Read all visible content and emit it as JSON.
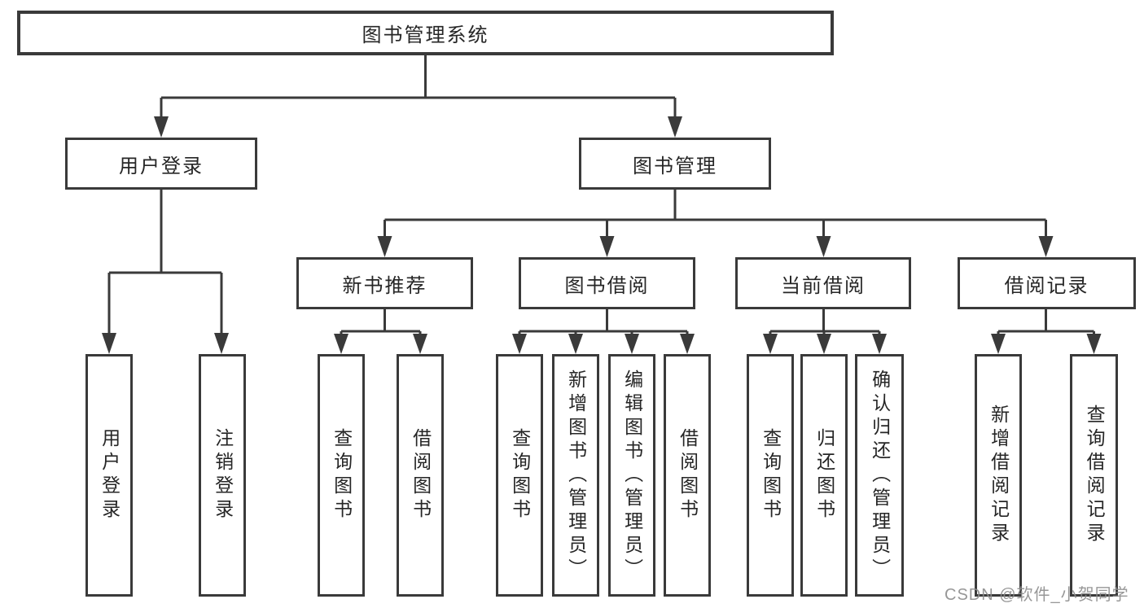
{
  "diagram": {
    "root": {
      "label": "图书管理系统"
    },
    "level1": [
      {
        "label": "用户登录"
      },
      {
        "label": "图书管理"
      }
    ],
    "level2": [
      {
        "label": "新书推荐"
      },
      {
        "label": "图书借阅"
      },
      {
        "label": "当前借阅"
      },
      {
        "label": "借阅记录"
      }
    ],
    "leaves": {
      "user_login": [
        "用户登录",
        "注销登录"
      ],
      "new_book": [
        "查询图书",
        "借阅图书"
      ],
      "book_borrow": [
        "查询图书",
        "新增图书（管理员）",
        "编辑图书（管理员）",
        "借阅图书"
      ],
      "current_borrow": [
        "查询图书",
        "归还图书",
        "确认归还（管理员）"
      ],
      "borrow_record": [
        "新增借阅记录",
        "查询借阅记录"
      ]
    }
  },
  "watermark": "CSDN @软件_小贺同学",
  "colors": {
    "line": "#3a3a3a",
    "box_border": "#3a3a3a",
    "text": "#262626",
    "watermark": "#8c8c8c",
    "background": "#ffffff"
  }
}
